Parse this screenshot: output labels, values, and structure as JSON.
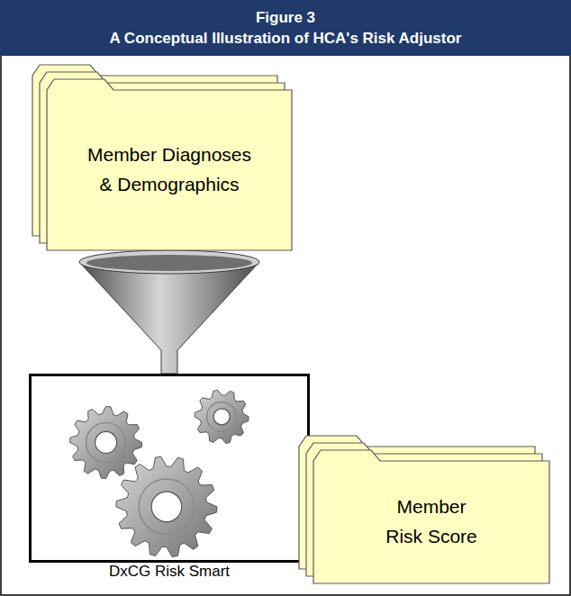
{
  "diagram": {
    "title": "Figure 3",
    "nodes": [
      {
        "text": [
          "Member Diagnoses & Demographics"
        ]
      },
      {
        "text": [
          "DxCG Risk Smart"
        ]
      },
      {
        "text": [
          "Member Risk Score"
        ]
      }
    ],
    "edges": [
      {
        "from": 0,
        "to": 1,
        "arrow": "none"
      },
      {
        "from": 1,
        "to": 2,
        "arrow": "to"
      }
    ],
    "labels": [
      "A Conceptual Illustration of HCA's Risk Adjustor"
    ]
  }
}
